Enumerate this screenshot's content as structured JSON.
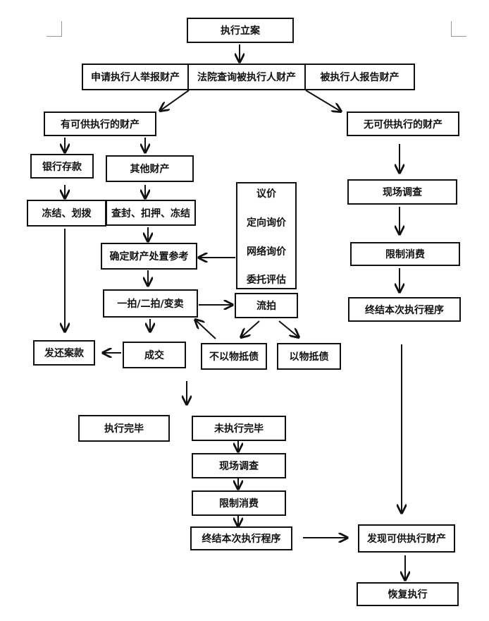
{
  "nodes": {
    "filing": "执行立案",
    "applicant_report": "申请执行人举报财产",
    "court_query": "法院查询被执行人财产",
    "respondent_report": "被执行人报告财产",
    "has_property": "有可供执行的财产",
    "no_property": "无可供执行的财产",
    "bank_deposit": "银行存款",
    "other_property": "其他财产",
    "freeze_transfer": "冻结、划拨",
    "seal_seize_freeze": "查封、扣押、冻结",
    "set_reference": "确定财产处置参考",
    "valuation": {
      "negotiation": "议价",
      "directed_inquiry": "定向询价",
      "online_inquiry": "网络询价",
      "entrusted_appraisal": "委托评估"
    },
    "auction": "一拍/二拍/变卖",
    "failed_auction": "流拍",
    "deal": "成交",
    "not_in_kind": "不以物抵债",
    "in_kind": "以物抵债",
    "return_payment": "发还案款",
    "execution_done": "执行完毕",
    "not_done": "未执行完毕",
    "onsite_survey_left": "现场调查",
    "restrict_consumption_left": "限制消费",
    "terminate_left": "终结本次执行程序",
    "onsite_survey_right": "现场调查",
    "restrict_consumption_right": "限制消费",
    "terminate_right": "终结本次执行程序",
    "found_property": "发现可供执行财产",
    "resume": "恢复执行"
  }
}
